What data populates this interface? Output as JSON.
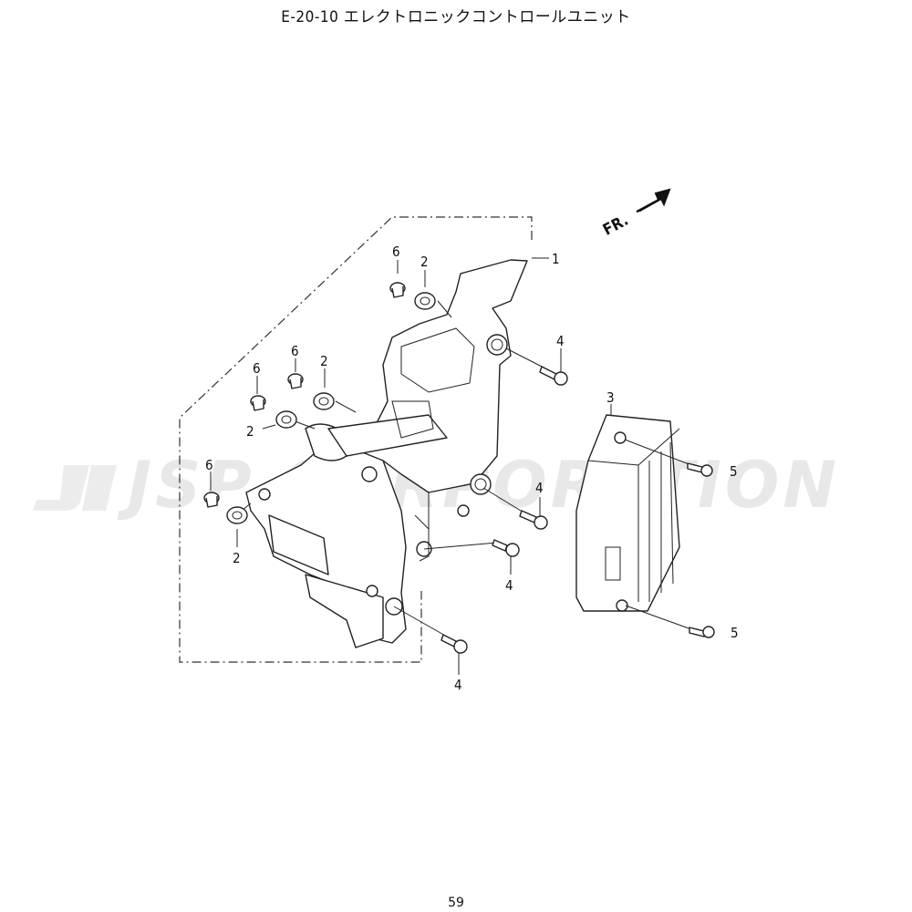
{
  "header": {
    "title": "E-20-10  エレクトロニックコントロールユニット"
  },
  "footer": {
    "page_number": "59"
  },
  "watermark": {
    "text": "JSP CORPORATION"
  },
  "direction": {
    "label": "FR."
  },
  "callouts": {
    "c1": "1",
    "c2a": "2",
    "c2b": "2",
    "c2c": "2",
    "c2d": "2",
    "c3": "3",
    "c4a": "4",
    "c4b": "4",
    "c4c": "4",
    "c4d": "4",
    "c5a": "5",
    "c5b": "5",
    "c6a": "6",
    "c6b": "6",
    "c6c": "6",
    "c6d": "6"
  }
}
